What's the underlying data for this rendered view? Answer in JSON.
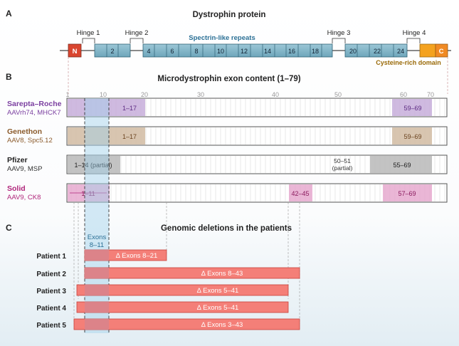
{
  "panel_a": {
    "letter": "A",
    "title": "Dystrophin protein",
    "n_label": "N",
    "c_label": "C",
    "hinges": [
      "Hinge 1",
      "Hinge 2",
      "Hinge 3",
      "Hinge 4"
    ],
    "spectrin_label": "Spectrin-like repeats",
    "cysteine_label": "Cysteine-rich domain",
    "repeat_labels": [
      "2",
      "4",
      "6",
      "8",
      "10",
      "12",
      "14",
      "16",
      "18",
      "20",
      "22",
      "24"
    ]
  },
  "panel_b": {
    "letter": "B",
    "title": "Microdystrophin exon content (1–79)",
    "ticks": [
      "1",
      "10",
      "20",
      "30",
      "40",
      "50",
      "60",
      "70"
    ],
    "constructs": [
      {
        "name": "Sarepta–Roche",
        "vector": "AAVrh74, MHCK7",
        "color": "#7b3fa0",
        "segments": [
          {
            "label": "1–17"
          },
          {
            "label": "59–69"
          }
        ]
      },
      {
        "name": "Genethon",
        "vector": "AAV8, Spc5.12",
        "color": "#8a5a2b",
        "segments": [
          {
            "label": "1–17"
          },
          {
            "label": "59–69"
          }
        ]
      },
      {
        "name": "Pfizer",
        "vector": "AAV9, MSP",
        "color": "#333333",
        "segments": [
          {
            "label": "1–14 (partial)"
          },
          {
            "label": "50–51"
          },
          {
            "label": "55–69"
          }
        ],
        "note": "(partial)"
      },
      {
        "name": "Solid",
        "vector": "AAV9, CK8",
        "color": "#b0247a",
        "segments": [
          {
            "label": "1–11"
          },
          {
            "label": "42–45"
          },
          {
            "label": "57–69"
          }
        ]
      }
    ]
  },
  "panel_c": {
    "letter": "C",
    "title": "Genomic deletions in the patients",
    "exons_label_1": "Exons",
    "exons_label_2": "8–11",
    "patients": [
      {
        "name": "Patient 1",
        "deletion": "Δ Exons 8–21"
      },
      {
        "name": "Patient 2",
        "deletion": "Δ Exons 8–43"
      },
      {
        "name": "Patient 3",
        "deletion": "Δ Exons 5–41"
      },
      {
        "name": "Patient 4",
        "deletion": "Δ Exons 5–41"
      },
      {
        "name": "Patient 5",
        "deletion": "Δ Exons 3–43"
      }
    ]
  }
}
